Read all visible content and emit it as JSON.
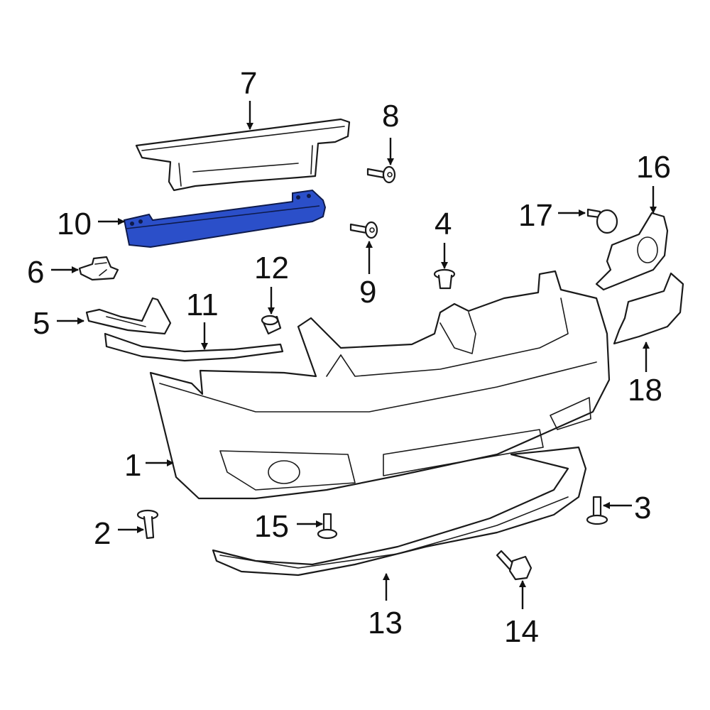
{
  "diagram": {
    "highlight_color": "#2b4fc9",
    "highlighted_part": "10",
    "callouts": [
      "1",
      "2",
      "3",
      "4",
      "5",
      "6",
      "7",
      "8",
      "9",
      "10",
      "11",
      "12",
      "13",
      "14",
      "15",
      "16",
      "17",
      "18"
    ]
  }
}
